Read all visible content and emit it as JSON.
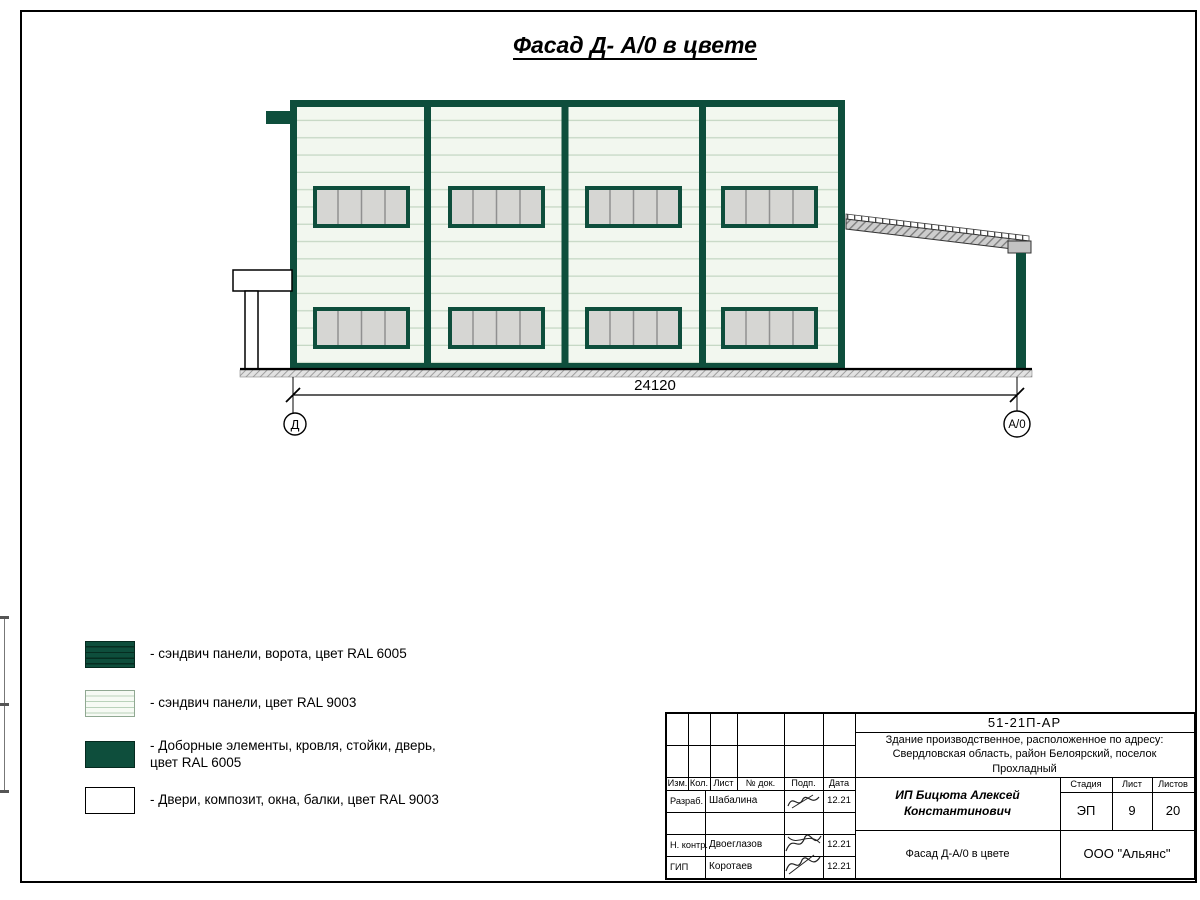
{
  "sheet": {
    "title": "Фасад Д- А/0 в цвете"
  },
  "drawing": {
    "dimension_label": "24120",
    "axis_left": "Д",
    "axis_right": "А/0"
  },
  "colors": {
    "ral6005_green": "#0e4e3c",
    "ral9003_panel": "#f2f7ef",
    "window_glass": "#d6d6d3"
  },
  "legend": {
    "items": [
      {
        "swatch": "gate-sandwich-panel-green",
        "label": "- сэндвич панели, ворота, цвет RAL 6005"
      },
      {
        "swatch": "wall-sandwich-panel-white",
        "label": "- сэндвич панели, цвет RAL 9003"
      },
      {
        "swatch": "trim-roof-posts-door-green",
        "label": "- Доборные элементы, кровля, стойки, дверь,\nцвет RAL 6005"
      },
      {
        "swatch": "doors-windows-beams-white",
        "label": "- Двери, композит, окна, балки, цвет RAL 9003"
      }
    ]
  },
  "titleblock": {
    "doc_number": "51-21П-АР",
    "description": "Здание производственное, расположенное по адресу:\nСвердловская область, район Белоярский, поселок\nПрохладный",
    "columns": [
      "Изм.",
      "Кол.",
      "Лист",
      "№ док.",
      "Подп.",
      "Дата"
    ],
    "rows": [
      {
        "role": "Разраб.",
        "name": "Шабалина",
        "date": "12.21"
      },
      {
        "role": "",
        "name": "",
        "date": ""
      },
      {
        "role": "Н. контр.",
        "name": "Двоеглазов",
        "date": "12.21"
      },
      {
        "role": "ГИП",
        "name": "Коротаев",
        "date": "12.21"
      }
    ],
    "client": "ИП Бицюта Алексей\nКонстантинович",
    "stage_columns": [
      "Стадия",
      "Лист",
      "Листов"
    ],
    "stage": "ЭП",
    "sheet_no": "9",
    "sheets_total": "20",
    "drawing_name": "Фасад Д-А/0 в цвете",
    "company": "ООО \"Альянс\""
  }
}
